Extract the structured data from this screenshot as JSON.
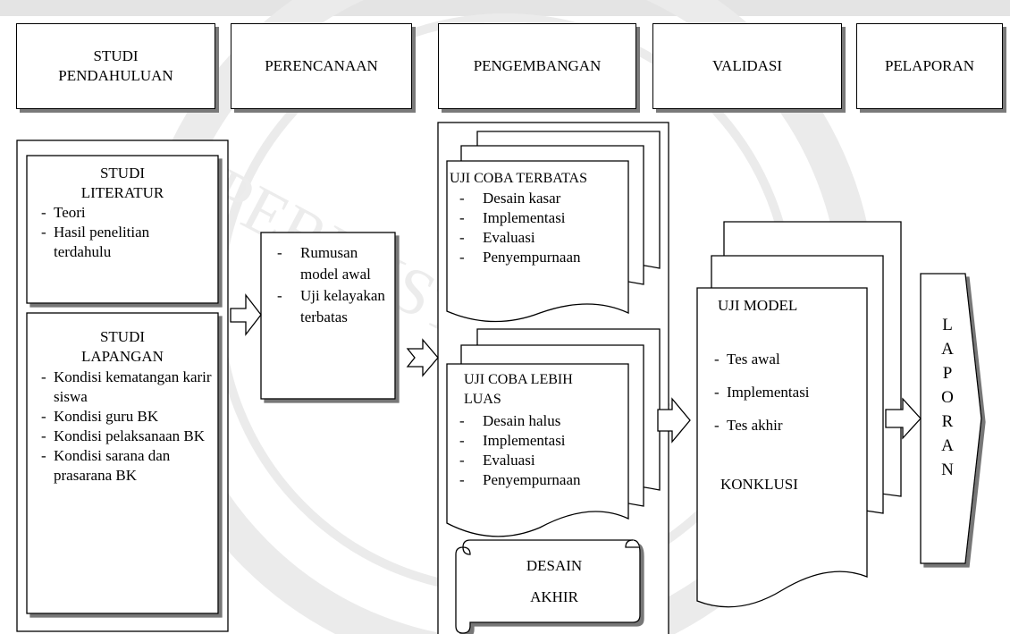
{
  "phases": [
    {
      "lines": [
        "STUDI",
        "PENDAHULUAN"
      ]
    },
    {
      "lines": [
        "PERENCANAAN"
      ]
    },
    {
      "lines": [
        "PENGEMBANGAN"
      ]
    },
    {
      "lines": [
        "VALIDASI"
      ]
    },
    {
      "lines": [
        "PELAPORAN"
      ]
    }
  ],
  "studi_literatur": {
    "title": [
      "STUDI",
      "LITERATUR"
    ],
    "items": [
      "Teori",
      "Hasil penelitian terdahulu"
    ]
  },
  "studi_lapangan": {
    "title": [
      "STUDI",
      "LAPANGAN"
    ],
    "items": [
      "Kondisi kematangan karir siswa",
      "Kondisi guru BK",
      "Kondisi pelaksanaan BK",
      "Kondisi sarana dan prasarana BK"
    ]
  },
  "perencanaan_box": {
    "items": [
      "Rumusan model awal",
      "Uji kelayakan terbatas"
    ]
  },
  "uji_coba_terbatas": {
    "title": "UJI COBA TERBATAS",
    "items": [
      "Desain kasar",
      "Implementasi",
      "Evaluasi",
      "Penyempurnaan"
    ]
  },
  "uji_coba_lebih_luas": {
    "title_lines": [
      "UJI COBA LEBIH",
      "LUAS"
    ],
    "items": [
      "Desain halus",
      "Implementasi",
      "Evaluasi",
      "Penyempurnaan"
    ]
  },
  "desain_akhir": {
    "line1": "DESAIN",
    "line2": "AKHIR"
  },
  "uji_model": {
    "title": "UJI MODEL",
    "items": [
      "Tes awal",
      "Implementasi",
      "Tes akhir"
    ],
    "conclusion": "KONKLUSI"
  },
  "laporan": {
    "letters": [
      "L",
      "A",
      "P",
      "O",
      "R",
      "A",
      "N"
    ]
  },
  "watermark": {
    "text": "PERPUSTAKAAN"
  }
}
